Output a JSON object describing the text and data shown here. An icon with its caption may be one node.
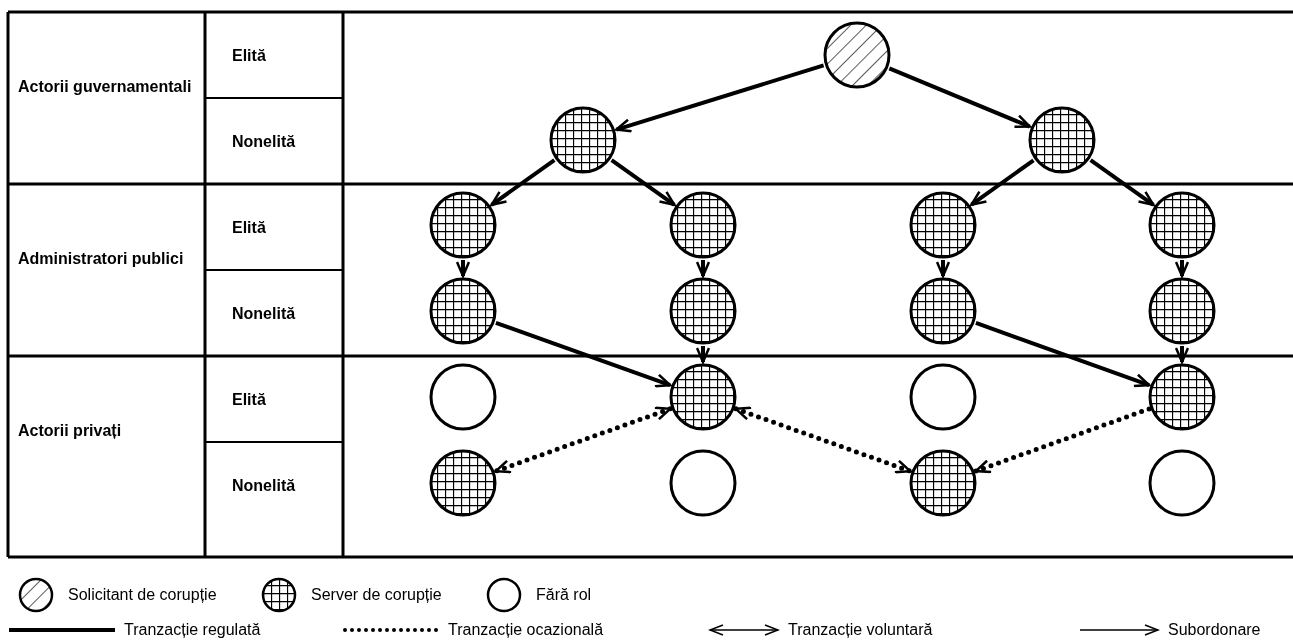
{
  "diagram": {
    "nodes": [
      {
        "text": [],
        "shape": "circle"
      },
      {
        "text": [],
        "shape": "circle"
      },
      {
        "text": [],
        "shape": "circle"
      },
      {
        "text": [],
        "shape": "circle"
      },
      {
        "text": [],
        "shape": "circle"
      },
      {
        "text": [],
        "shape": "circle"
      },
      {
        "text": [],
        "shape": "circle"
      },
      {
        "text": [],
        "shape": "circle"
      },
      {
        "text": [],
        "shape": "circle"
      },
      {
        "text": [],
        "shape": "circle"
      },
      {
        "text": [],
        "shape": "circle"
      },
      {
        "text": [],
        "shape": "circle"
      },
      {
        "text": [],
        "shape": "circle"
      },
      {
        "text": [],
        "shape": "circle"
      },
      {
        "text": [],
        "shape": "circle"
      },
      {
        "text": [],
        "shape": "circle"
      },
      {
        "text": [],
        "shape": "circle"
      },
      {
        "text": [],
        "shape": "circle"
      },
      {
        "text": [],
        "shape": "circle"
      }
    ],
    "edges": [
      {
        "from": 0,
        "to": 1,
        "arrow": "to"
      },
      {
        "from": 0,
        "to": 2,
        "arrow": "to"
      },
      {
        "from": 1,
        "to": 3,
        "arrow": "to"
      },
      {
        "from": 1,
        "to": 4,
        "arrow": "to"
      },
      {
        "from": 2,
        "to": 5,
        "arrow": "to"
      },
      {
        "from": 2,
        "to": 6,
        "arrow": "to"
      },
      {
        "from": 3,
        "to": 7,
        "arrow": "to"
      },
      {
        "from": 4,
        "to": 8,
        "arrow": "to"
      },
      {
        "from": 5,
        "to": 9,
        "arrow": "to"
      },
      {
        "from": 6,
        "to": 10,
        "arrow": "to"
      },
      {
        "from": 7,
        "to": 12,
        "arrow": "to"
      },
      {
        "from": 8,
        "to": 12,
        "arrow": "to"
      },
      {
        "from": 9,
        "to": 14,
        "arrow": "to"
      },
      {
        "from": 10,
        "to": 14,
        "arrow": "to"
      },
      {
        "from": 12,
        "to": 15,
        "arrow": "both",
        "style": "dashed"
      },
      {
        "from": 12,
        "to": 17,
        "arrow": "both",
        "style": "dashed"
      },
      {
        "from": 14,
        "to": 17,
        "arrow": "to",
        "style": "dashed"
      }
    ],
    "labels": [
      "Actorii guvernamentali",
      "Elită",
      "Nonelită",
      "Administratori publici",
      "Elită",
      "Nonelită",
      "Actorii privați",
      "Elită",
      "Nonelită"
    ],
    "legend": [
      {
        "text": "Solicitant de corupție"
      },
      {
        "text": "Server de corupție"
      },
      {
        "text": "Fără rol"
      },
      {
        "text": "Tranzacție regulată"
      },
      {
        "text": "Tranzacție ocazională"
      },
      {
        "text": "Tranzacție voluntară"
      },
      {
        "text": "Subordonare"
      }
    ]
  }
}
